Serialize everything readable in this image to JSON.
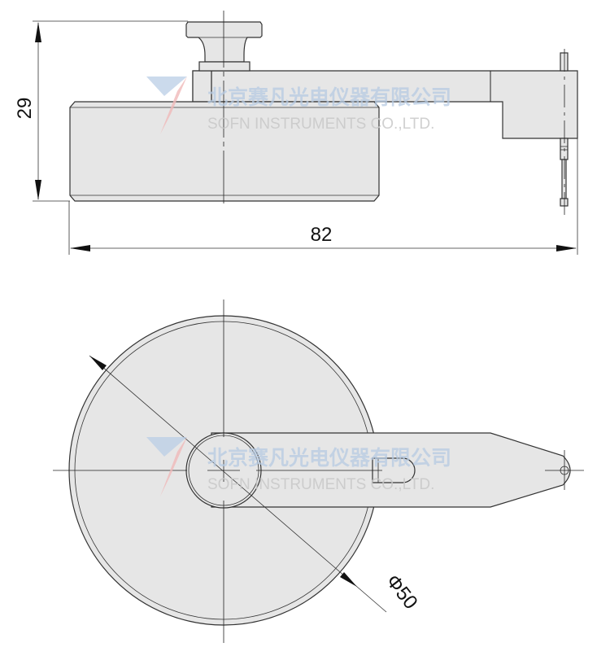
{
  "drawing": {
    "side_view": {
      "height_dimension": "29",
      "width_dimension": "82"
    },
    "top_view": {
      "diameter_dimension": "Φ50"
    }
  },
  "watermark": {
    "company_cn": "北京赛凡光电仪器有限公司",
    "company_en": "SOFN INSTRUMENTS CO.,LTD.",
    "logo_colors": {
      "blue": "#b9cde6",
      "red": "#f0b9b9"
    }
  },
  "colors": {
    "part_fill": "#e6e6e6",
    "outline": "#333333",
    "background": "#ffffff"
  }
}
